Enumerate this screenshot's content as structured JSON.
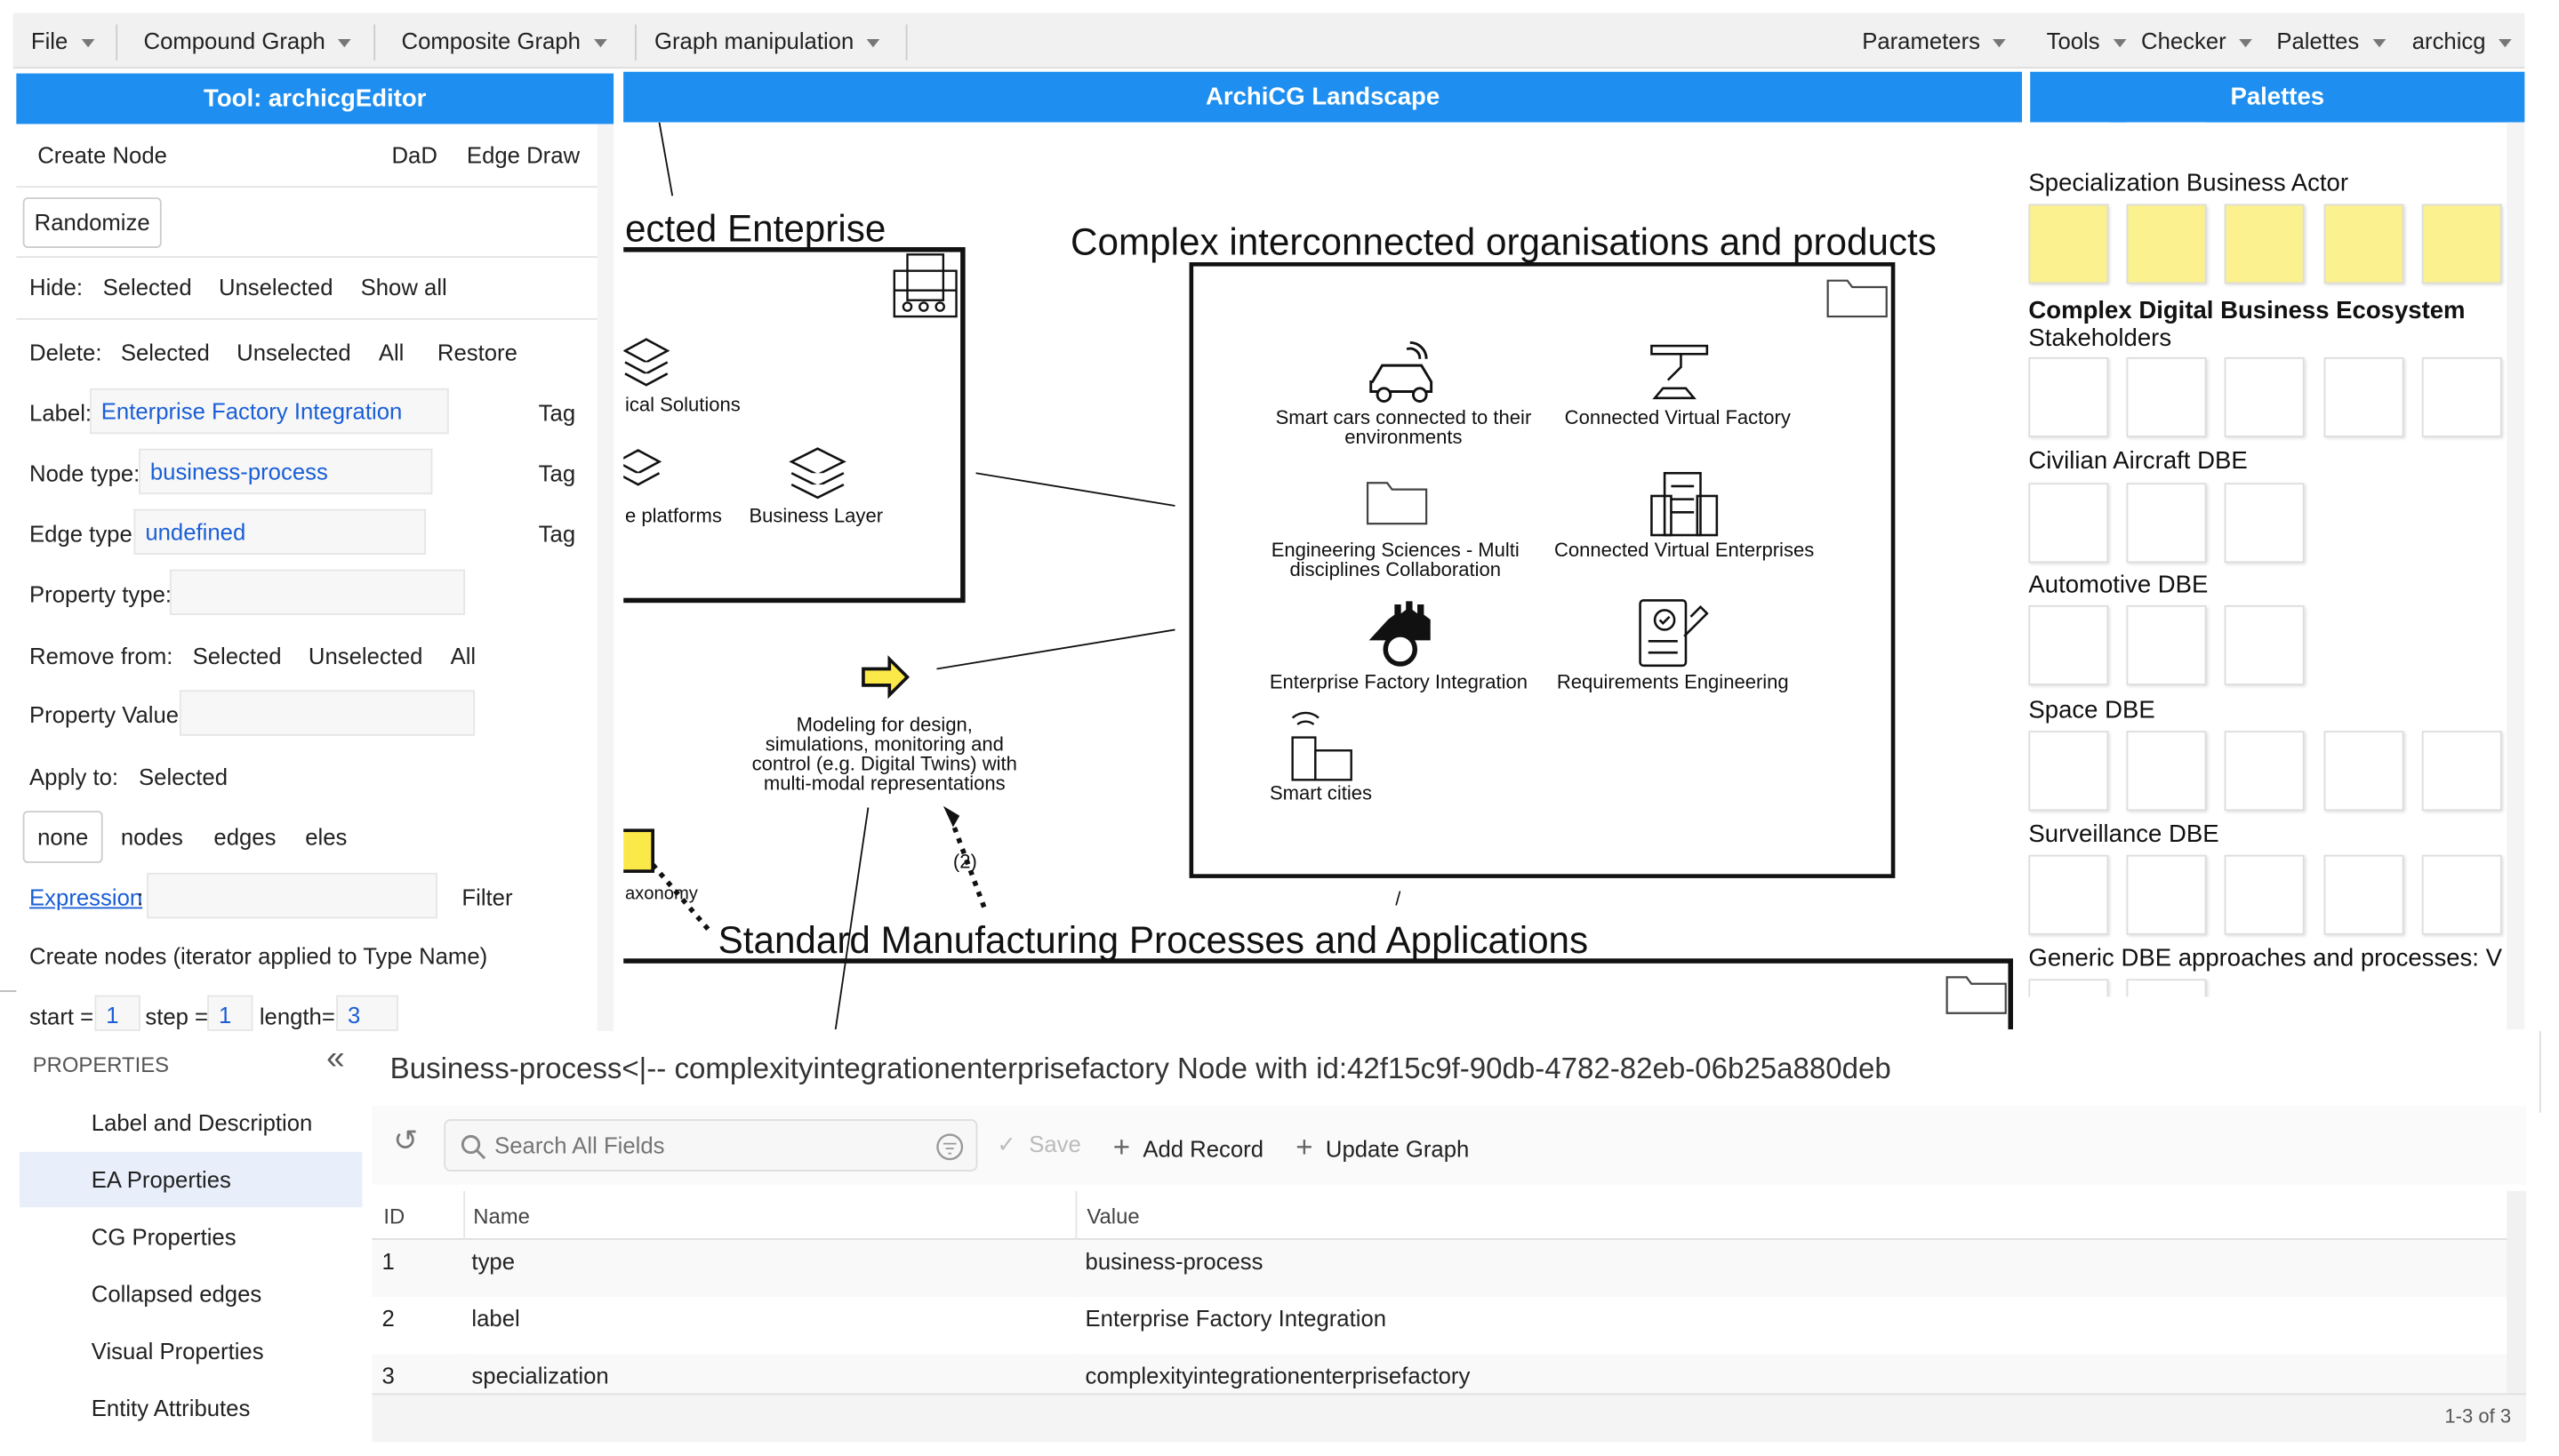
{
  "menubar": {
    "left": [
      "File",
      "Compound Graph",
      "Composite Graph",
      "Graph manipulation"
    ],
    "right": [
      "Parameters",
      "Tools",
      "Checker",
      "Palettes",
      "archicg"
    ]
  },
  "tool_panel": {
    "title": "Tool: archicgEditor",
    "create_node": "Create Node",
    "dad": "DaD",
    "edge_draw": "Edge Draw",
    "randomize": "Randomize",
    "hide_label": "Hide:",
    "hide_selected": "Selected",
    "hide_unselected": "Unselected",
    "show_all": "Show all",
    "delete_label": "Delete:",
    "delete_selected": "Selected",
    "delete_unselected": "Unselected",
    "delete_all": "All",
    "restore": "Restore",
    "label_label": "Label:",
    "label_value": "Enterprise Factory Integration",
    "tag": "Tag",
    "node_type_label": "Node type:",
    "node_type_value": "business-process",
    "edge_type_label": "Edge type:",
    "edge_type_value": "undefined",
    "property_type_label": "Property type:",
    "remove_from_label": "Remove from:",
    "remove_selected": "Selected",
    "remove_unselected": "Unselected",
    "remove_all": "All",
    "property_value_label": "Property Value:",
    "apply_to_label": "Apply to:",
    "apply_selected": "Selected",
    "none": "none",
    "nodes": "nodes",
    "edges": "edges",
    "eles": "eles",
    "expression": "Expression",
    "colon": ":",
    "filter": "Filter",
    "create_nodes_iter": "Create nodes (iterator applied to Type Name)",
    "start_label": "start =",
    "start_value": "1",
    "step_label": "step =",
    "step_value": "1",
    "length_label": "length=",
    "length_value": "3"
  },
  "canvas": {
    "title": "ArchiCG Landscape",
    "connected_enterprise_title": "ected Enteprise",
    "ce_logical_solutions": "ical Solutions",
    "ce_platforms": "e platforms",
    "ce_business_layer": "Business Layer",
    "complex_title": "Complex interconnected organisations and products",
    "smart_cars": [
      "Smart cars connected to their",
      "environments"
    ],
    "connected_virtual_factory": "Connected Virtual Factory",
    "engineering_sciences": [
      "Engineering Sciences - Multi",
      "disciplines Collaboration"
    ],
    "connected_virtual_enterprises": "Connected Virtual Enterprises",
    "enterprise_factory_integration": "Enterprise Factory Integration",
    "requirements_engineering": "Requirements Engineering",
    "smart_cities": "Smart cities",
    "modeling_text": [
      "Modeling for design,",
      "simulations, monitoring and",
      "control (e.g. Digital Twins) with",
      "multi-modal representations"
    ],
    "edge_label_2": "(2)",
    "taxonomy": "axonomy",
    "slash": "/",
    "standard_title": "Standard Manufacturing Processes and Applications"
  },
  "palettes": {
    "title": "Palettes",
    "sections": [
      "Specialization Business Actor",
      "Complex Digital Business Ecosystem",
      "Stakeholders",
      "Civilian Aircraft DBE",
      "Automotive DBE",
      "Space DBE",
      "Surveillance DBE",
      "Generic DBE approaches and processes: V"
    ]
  },
  "properties": {
    "header": "PROPERTIES",
    "collapse": "«",
    "items": [
      "Label and Description",
      "EA Properties",
      "CG Properties",
      "Collapsed edges",
      "Visual Properties",
      "Entity Attributes"
    ],
    "selected_index": 1
  },
  "record": {
    "title": "Business-process<|-- complexityintegrationenterprisefactory Node with id:42f15c9f-90db-4782-82eb-06b25a880deb",
    "search_placeholder": "Search All Fields",
    "save": "Save",
    "add_record": "Add Record",
    "update_graph": "Update Graph",
    "columns": [
      "ID",
      "Name",
      "Value"
    ],
    "rows": [
      {
        "id": "1",
        "name": "type",
        "value": "business-process"
      },
      {
        "id": "2",
        "name": "label",
        "value": "Enterprise Factory Integration"
      },
      {
        "id": "3",
        "name": "specialization",
        "value": "complexityintegrationenterprisefactory"
      }
    ],
    "pagination": "1-3 of 3"
  },
  "colors": {
    "header_blue": "#1e8ff0",
    "link_blue": "#1a5fd6",
    "node_yellow": "#fbf18e",
    "selected_item": "#e8eefa"
  }
}
